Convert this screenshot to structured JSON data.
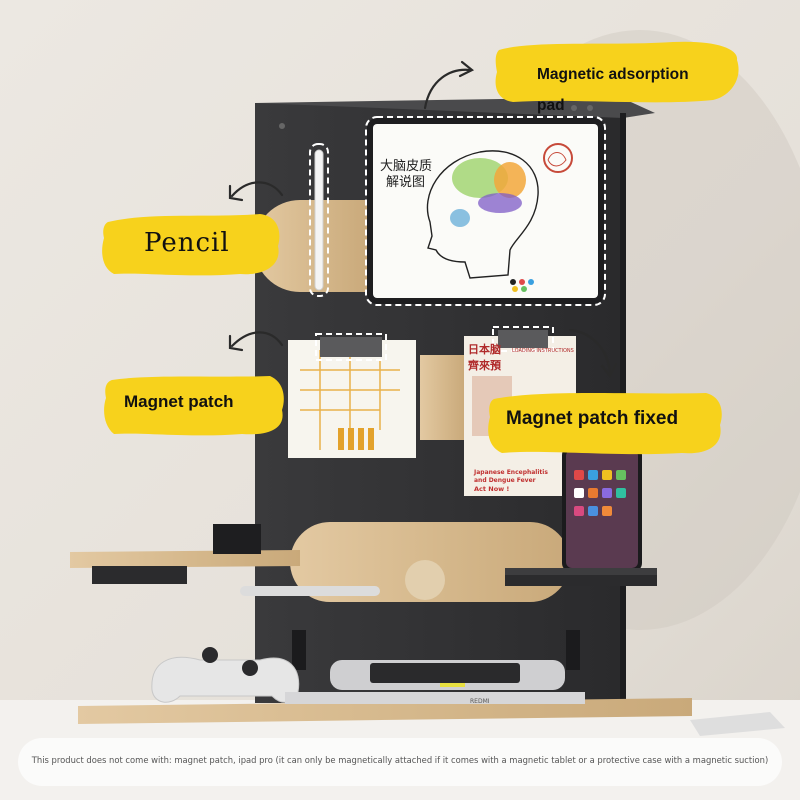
{
  "callouts": {
    "adsorption_pad_line1": "Magnetic adsorption",
    "adsorption_pad_line2": "pad",
    "pencil": "Pencil",
    "magnet_patch": "Magnet patch",
    "magnet_patch_fixed": "Magnet patch fixed"
  },
  "tablet": {
    "title_line1": "大脑皮质",
    "title_line2": "解说图"
  },
  "poster": {
    "header": "日本脑",
    "header2": "齊來預",
    "small_caps": "LOADING INSTRUCTIONS",
    "line1": "Japanese Encephalitis",
    "line2": "and Dengue Fever",
    "line3": "Act Now !"
  },
  "device_label": "REDMI",
  "footer_note": "This product does not come with: magnet patch, ipad pro (it can only be magnetically attached if it comes with a magnetic tablet or a protective case with a magnetic suction)",
  "colors": {
    "callout_yellow": "#f7d21c",
    "board": "#2f2f31",
    "wood": "#d9bd93",
    "background": "#e9e5df"
  }
}
